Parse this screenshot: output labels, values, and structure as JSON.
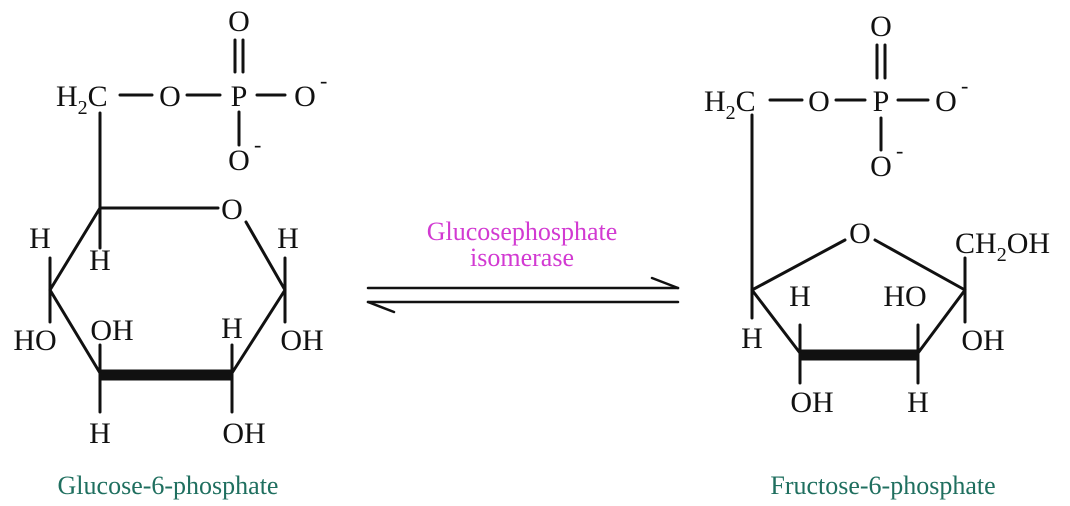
{
  "colors": {
    "caption": "#1f6f5f",
    "enzyme": "#d23ad2",
    "ink": "#111111"
  },
  "reaction": {
    "enzyme_line1": "Glucosephosphate",
    "enzyme_line2": "isomerase"
  },
  "left": {
    "name": "Glucose-6-phosphate",
    "phosphate": {
      "o_top": "O",
      "p": "P",
      "o_link": "O",
      "o_right": "O",
      "o_right_charge": "-",
      "o_bottom": "O",
      "o_bottom_charge": "-"
    },
    "ch2": {
      "h": "H",
      "sub": "2",
      "c": "C"
    },
    "ring_o": "O",
    "h_upper_left": "H",
    "h_c5": "H",
    "h_right": "H",
    "ho_left": "HO",
    "oh_c3": "OH",
    "h_c2": "H",
    "oh_right": "OH",
    "h_bottom_left": "H",
    "oh_bottom_right": "OH"
  },
  "right": {
    "name": "Fructose-6-phosphate",
    "phosphate": {
      "o_top": "O",
      "p": "P",
      "o_link": "O",
      "o_right": "O",
      "o_right_charge": "-",
      "o_bottom": "O",
      "o_bottom_charge": "-"
    },
    "ch2": {
      "h": "H",
      "sub": "2",
      "c": "C"
    },
    "ring_o": "O",
    "ch2oh": {
      "pre": "CH",
      "sub": "2",
      "post": "OH"
    },
    "h_c4": "H",
    "ho_c3": "HO",
    "h_c5": "H",
    "oh_c2": "OH",
    "oh_c4": "OH",
    "h_c3": "H"
  }
}
